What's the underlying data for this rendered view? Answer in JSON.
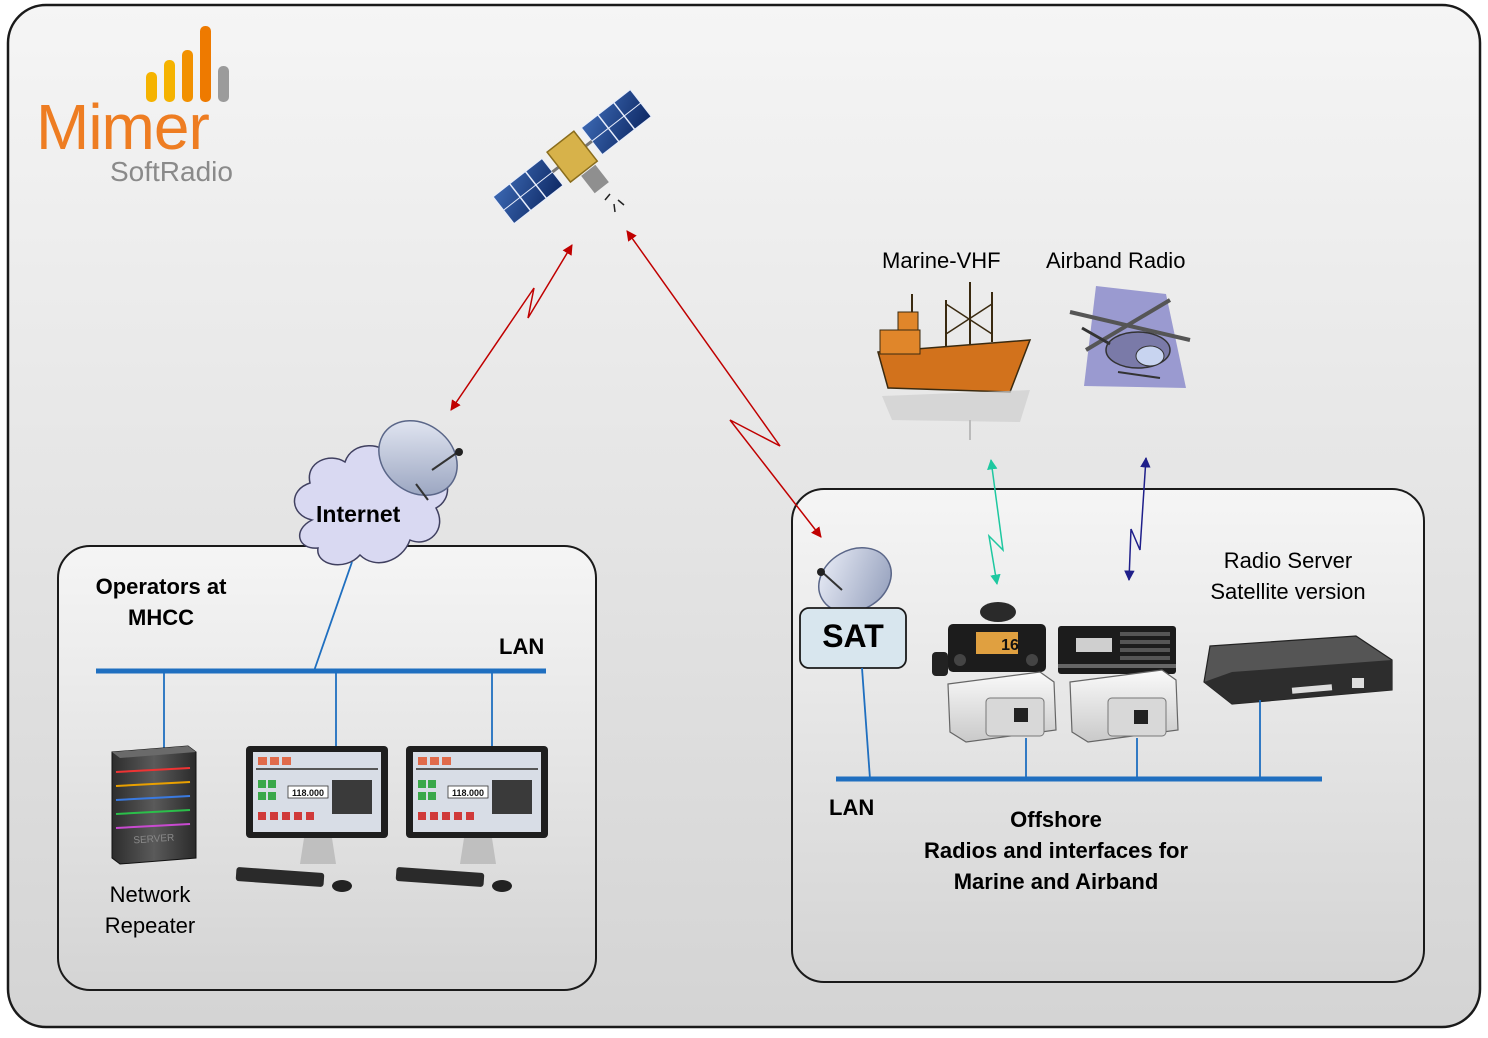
{
  "logo": {
    "brand": "Mimer",
    "product": "SoftRadio",
    "bar_colors": [
      "#f5b300",
      "#f29100",
      "#ee7a00",
      "#9b9b9b"
    ],
    "text_color": "#ee7d22"
  },
  "cloud": {
    "label": "Internet"
  },
  "left_site": {
    "title_line1": "Operators at",
    "title_line2": "MHCC",
    "lan_label": "LAN",
    "repeater_line1": "Network",
    "repeater_line2": "Repeater",
    "server_text": "SERVER",
    "screen_frequency": "118.000"
  },
  "right_site": {
    "sat_label": "SAT",
    "lan_label": "LAN",
    "radio_server_line1": "Radio Server",
    "radio_server_line2": "Satellite version",
    "offshore_line1": "Offshore",
    "offshore_line2": "Radios and interfaces for",
    "offshore_line3": "Marine and Airband",
    "marine_radio_display": "16"
  },
  "remote_units": {
    "marine_label": "Marine-VHF",
    "airband_label": "Airband Radio"
  },
  "colors": {
    "lan": "#1f6fc0",
    "sat_link": "#c00000",
    "marine_link": "#1ec8a0",
    "air_link": "#1f1f8a",
    "background_top": "#f3f3f3",
    "background_bottom": "#d6d6d6"
  }
}
